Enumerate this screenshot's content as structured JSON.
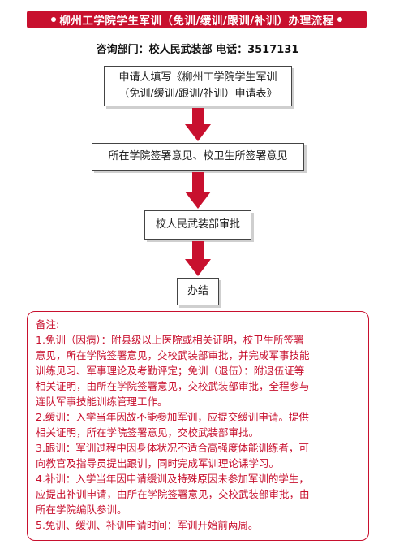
{
  "header": {
    "title": "柳州工学院学生军训（免训/缓训/跟训/补训）办理流程"
  },
  "contact": {
    "text": "咨询部门：校人民武装部 电话：3517131"
  },
  "flow": {
    "step1_line1": "申请人填写《柳州工学院学生军训",
    "step1_line2": "（免训/缓训/跟训/补训）申请表》",
    "step2": "所在学院签署意见、校卫生所签署意见",
    "step3": "校人民武装部审批",
    "step4": "办结"
  },
  "colors": {
    "accent": "#c8102e"
  },
  "notes": {
    "heading": "备注:",
    "lines": [
      "1.免训（因病）：附县级以上医院或相关证明，校卫生所签署",
      "意见，所在学院签署意见，交校武装部审批，并完成军事技能",
      "训练见习、军事理论及考勤评定；免训（退伍）：附退伍证等",
      "相关证明，由所在学院签署意见，交校武装部审批，全程参与",
      "连队军事技能训练管理工作。",
      "2.缓训：入学当年因故不能参加军训，应提交缓训申请。提供",
      "相关证明，所在学院签署意见，交校武装部审批。",
      "3.跟训：军训过程中因身体状况不适合高强度体能训练者，可",
      "向教官及指导员提出跟训，同时完成军训理论课学习。",
      "4.补训：入学当年因申请缓训及特殊原因未参加军训的学生，",
      "应提出补训申请，由所在学院签署意见，交校武装部审批，由",
      "所在学院编队参训。",
      "5.免训、缓训、补训申请时间：军训开始前两周。"
    ]
  }
}
